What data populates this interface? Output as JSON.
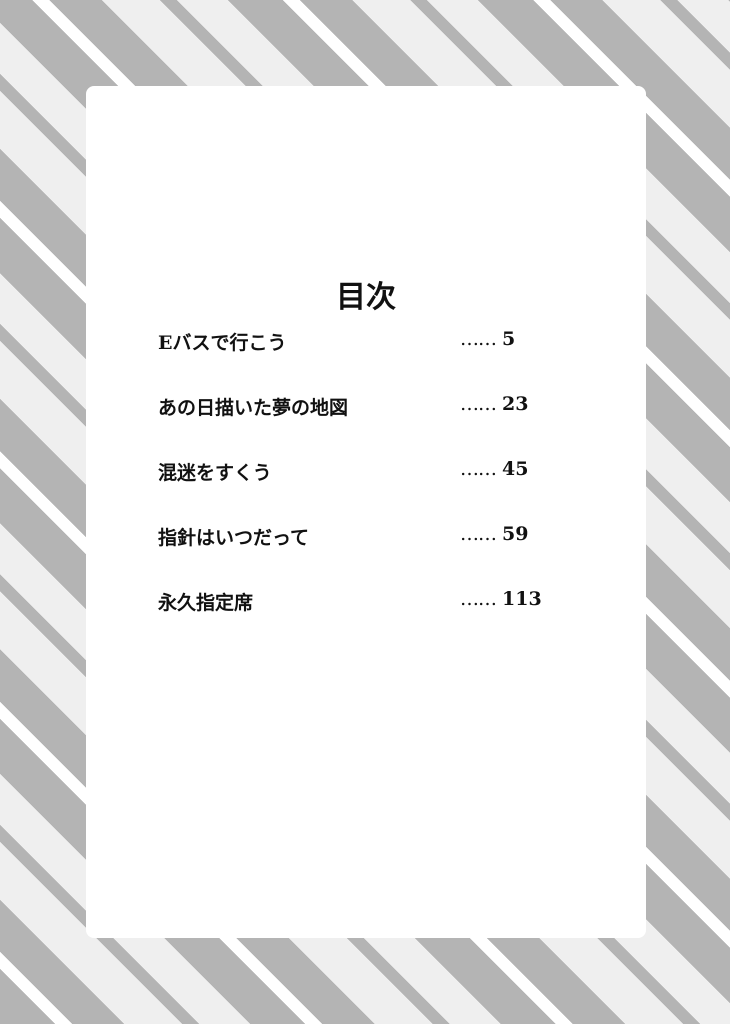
{
  "page": {
    "title": "目次",
    "entries": [
      {
        "label": "Eバスで行こう",
        "leader": "……",
        "page": "5"
      },
      {
        "label": "あの日描いた夢の地図",
        "leader": "……",
        "page": "23"
      },
      {
        "label": "混迷をすくう",
        "leader": "……",
        "page": "45"
      },
      {
        "label": "指針はいつだって",
        "leader": "……",
        "page": "59"
      },
      {
        "label": "永久指定席",
        "leader": "……",
        "page": "113"
      }
    ]
  },
  "colors": {
    "stripe_dark": "#b4b4b4",
    "stripe_light": "#efefef",
    "stripe_white": "#ffffff",
    "card": "#ffffff",
    "text": "#111111"
  }
}
